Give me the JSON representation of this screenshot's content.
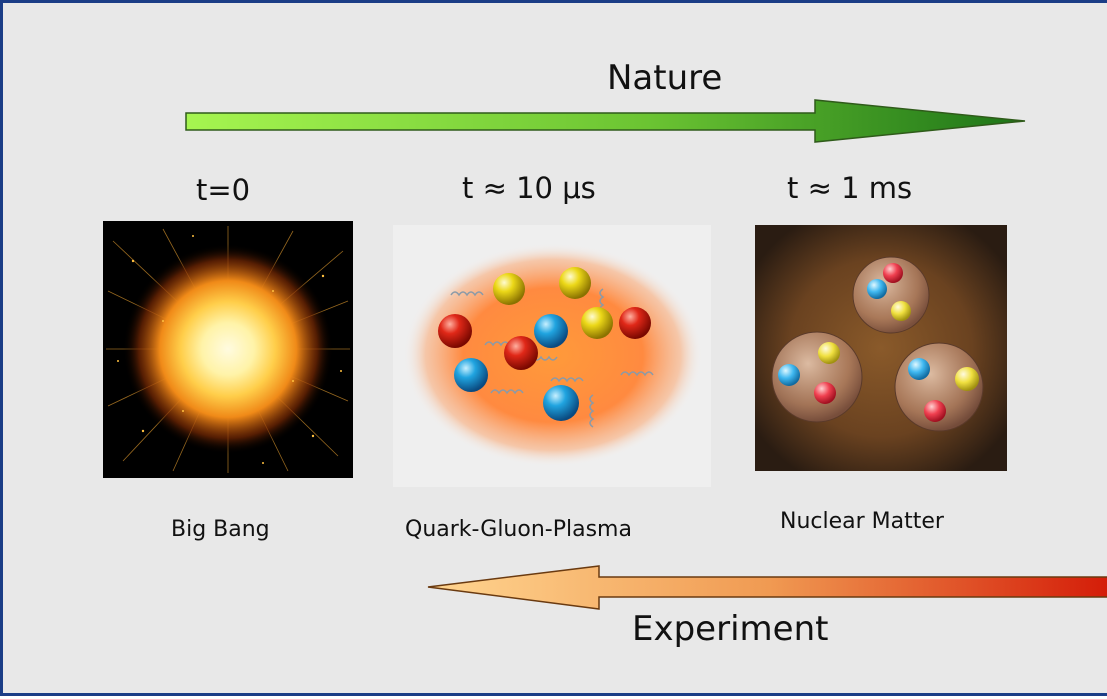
{
  "title_top": "Nature",
  "title_bottom": "Experiment",
  "stages": [
    {
      "time": "t=0",
      "caption": "Big Bang"
    },
    {
      "time": "t  ≈ 10 μs",
      "caption": "Quark-Gluon-Plasma"
    },
    {
      "time": "t  ≈ 1 ms",
      "caption": "Nuclear Matter"
    }
  ],
  "colors": {
    "frame_border": "#1b3d86",
    "background": "#e8e8e8",
    "nature_arrow_start": "#9cf04a",
    "nature_arrow_end": "#1f7a18",
    "experiment_arrow_start": "#ffd08a",
    "experiment_arrow_end": "#d8200a",
    "quark_red": "#d01a10",
    "quark_blue": "#1a9ad8",
    "quark_yellow": "#e8d010"
  },
  "icons": {
    "big_bang": "explosion-image",
    "qgp": "quark-gluon-plasma-image",
    "nuclear": "nucleon-cluster-image"
  }
}
